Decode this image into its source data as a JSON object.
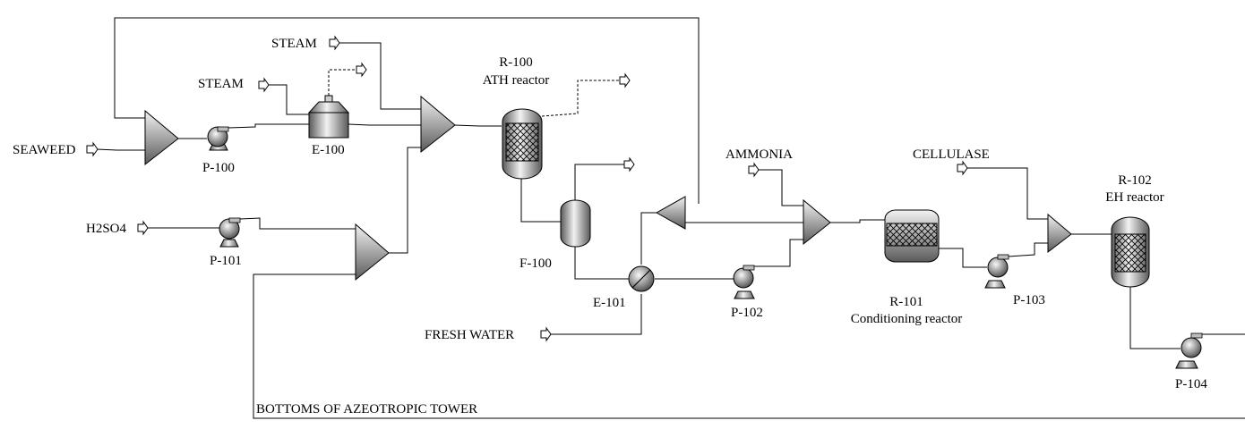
{
  "feeds": {
    "seaweed": "SEAWEED",
    "steam_1": "STEAM",
    "steam_2": "STEAM",
    "h2so4": "H2SO4",
    "ammonia": "AMMONIA",
    "cellulase": "CELLULASE",
    "fresh_water": "FRESH WATER",
    "bottoms": "BOTTOMS OF AZEOTROPIC TOWER"
  },
  "units": {
    "p100": "P-100",
    "p101": "P-101",
    "p102": "P-102",
    "p103": "P-103",
    "p104": "P-104",
    "e100": "E-100",
    "e101": "E-101",
    "f100": "F-100",
    "r100_id": "R-100",
    "r100_name": "ATH reactor",
    "r101_id": "R-101",
    "r101_name": "Conditioning reactor",
    "r102_id": "R-102",
    "r102_name": "EH reactor"
  },
  "colors": {
    "equipment_light": "#f2f2f2",
    "equipment_mid": "#b4b4b4",
    "equipment_dark": "#5a5a5a",
    "line": "#000000",
    "background": "#ffffff"
  }
}
